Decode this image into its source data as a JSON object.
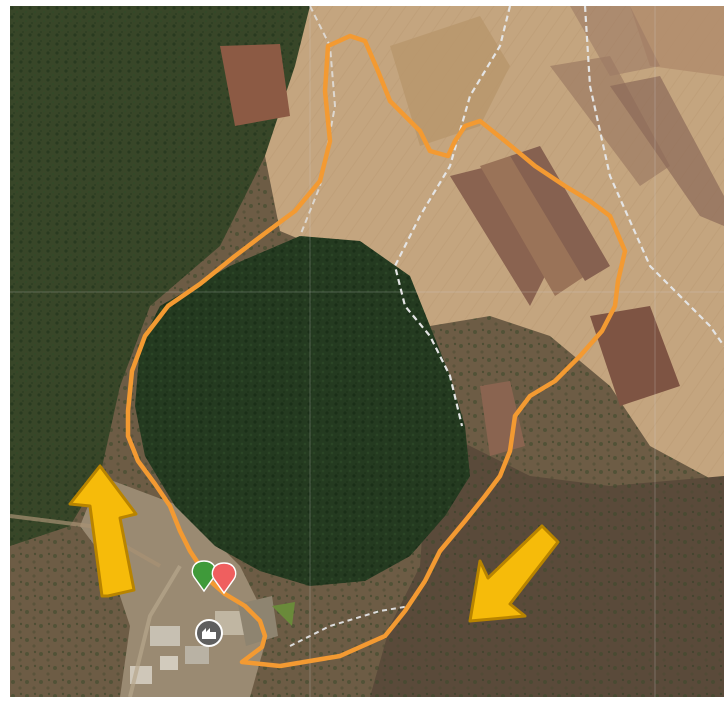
{
  "map": {
    "basemap": "satellite",
    "route_color": "#f39a32",
    "trail_color": "#d8d8d8",
    "arrow_color": "#f6bb0a",
    "arrow_outline": "#b88400",
    "forest_color": "#223a1f",
    "field_color": "#c2a37b",
    "plowed_color": "#8d6a55"
  },
  "markers": {
    "start": {
      "icon": "start-pin-icon",
      "color": "#3f9a3a"
    },
    "end": {
      "icon": "end-pin-icon",
      "color": "#ef5f5f"
    },
    "poi": {
      "icon": "building-poi-icon",
      "color": "#5f5f5f"
    }
  },
  "direction_arrows": [
    {
      "icon": "arrow-up-icon",
      "direction": "north"
    },
    {
      "icon": "arrow-down-left-icon",
      "direction": "south-west"
    }
  ]
}
